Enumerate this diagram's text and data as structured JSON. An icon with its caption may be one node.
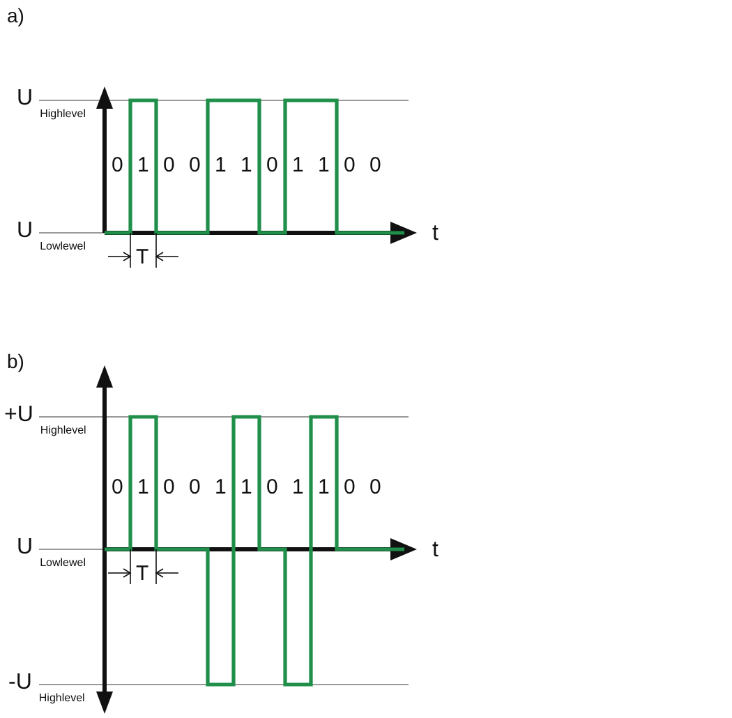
{
  "diagram": {
    "labels": [
      "a)",
      "U$_{Highlevel}$",
      "0",
      "1",
      "0",
      "0",
      "1",
      "1",
      "0",
      "1",
      "1",
      "0",
      "0",
      "U$_{Lowlewel}$",
      "t",
      "T",
      "b)",
      "+U$_{Highlevel}$",
      "0",
      "1",
      "0",
      "0",
      "1",
      "1",
      "0",
      "1",
      "1",
      "0",
      "0",
      "U$_{Lowlewel}$",
      "t",
      "T",
      "-U$_{Highlevel}$"
    ]
  }
}
